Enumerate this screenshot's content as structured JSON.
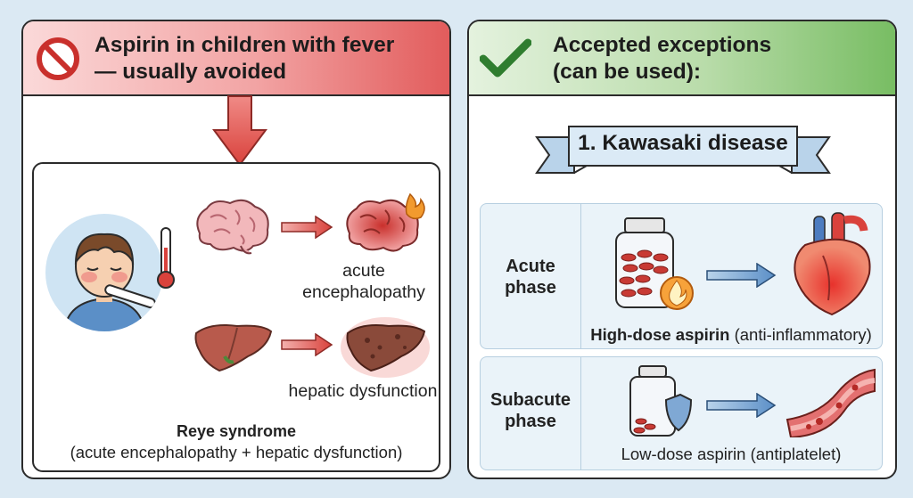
{
  "left_panel": {
    "title_line1": "Aspirin in children with fever",
    "title_line2": "— usually avoided",
    "brain_caption_line1": "acute",
    "brain_caption_line2": "encephalopathy",
    "liver_caption": "hepatic dysfunction",
    "syndrome_title": "Reye syndrome",
    "syndrome_detail": "(acute encephalopathy + hepatic dysfunction)"
  },
  "right_panel": {
    "title_line1": "Accepted exceptions",
    "title_line2": "(can be used):",
    "ribbon_label": "1. Kawasaki disease",
    "acute": {
      "phase_line1": "Acute",
      "phase_line2": "phase",
      "drug_bold": "High-dose aspirin",
      "drug_note": "(anti-inflammatory)"
    },
    "subacute": {
      "phase_line1": "Subacute",
      "phase_line2": "phase",
      "drug_text": "Low-dose aspirin (antiplatelet)"
    }
  },
  "colors": {
    "warning_red": "#d9423c",
    "ok_green": "#3f9a3f",
    "ribbon_blue": "#dbeaf6"
  },
  "icons": [
    "no-entry-icon",
    "down-arrow-icon",
    "sick-child-icon",
    "thermometer-icon",
    "brain-icon",
    "inflamed-brain-icon",
    "liver-icon",
    "damaged-liver-icon",
    "checkmark-icon",
    "pill-bottle-icon",
    "fire-icon",
    "heart-icon",
    "shield-icon",
    "blood-vessel-icon"
  ]
}
